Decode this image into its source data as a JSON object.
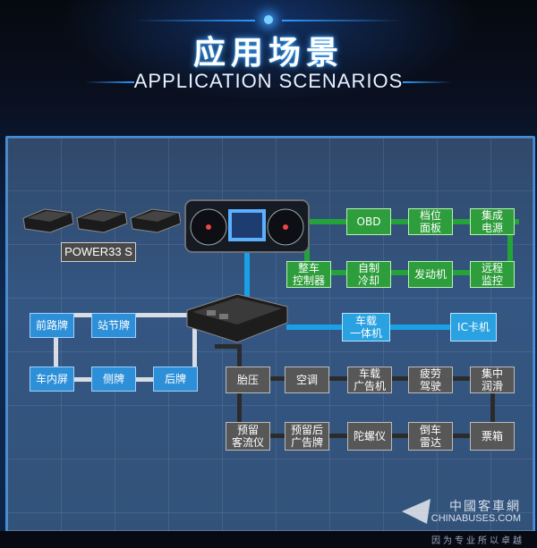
{
  "header": {
    "title_cn": "应用场景",
    "title_en": "APPLICATION SCENARIOS"
  },
  "devices": {
    "power_label": "POWER33 S"
  },
  "nodes": {
    "green": {
      "obd": "OBD",
      "gear_panel": "档位\n面板",
      "integrated_power": "集成\n电源",
      "vehicle_controller": "整车\n控制器",
      "self_cooling": "自制\n冷却",
      "engine": "发动机",
      "remote_monitor": "远程\n监控"
    },
    "lightblue": {
      "onboard_unit": "车载\n一体机",
      "ic_card": "IC卡机"
    },
    "blue": {
      "front_sign": "前路牌",
      "stop_sign": "站节牌",
      "inner_screen": "车内屏",
      "side_sign": "侧牌",
      "rear_sign": "后牌"
    },
    "grey": {
      "tire_pressure": "胎压",
      "air_con": "空调",
      "ad_machine": "车载\n广告机",
      "fatigue_driving": "疲劳\n驾驶",
      "central_lube": "集中\n润滑",
      "passenger_counter": "预留\n客流仪",
      "rear_ad_sign": "预留后\n广告牌",
      "gyroscope": "陀螺仪",
      "reversing_radar": "倒车\n雷达",
      "ticket_box": "票箱"
    }
  },
  "watermark": {
    "cn": "中國客車網",
    "en": "CHINABUSES.COM",
    "slogan": "因为专业所以卓越"
  },
  "colors": {
    "green": "#2e9e3c",
    "blue": "#2c8fd8",
    "lightblue": "#2aa1e0",
    "grey": "#575757",
    "panel_border": "#3f8fe0"
  }
}
